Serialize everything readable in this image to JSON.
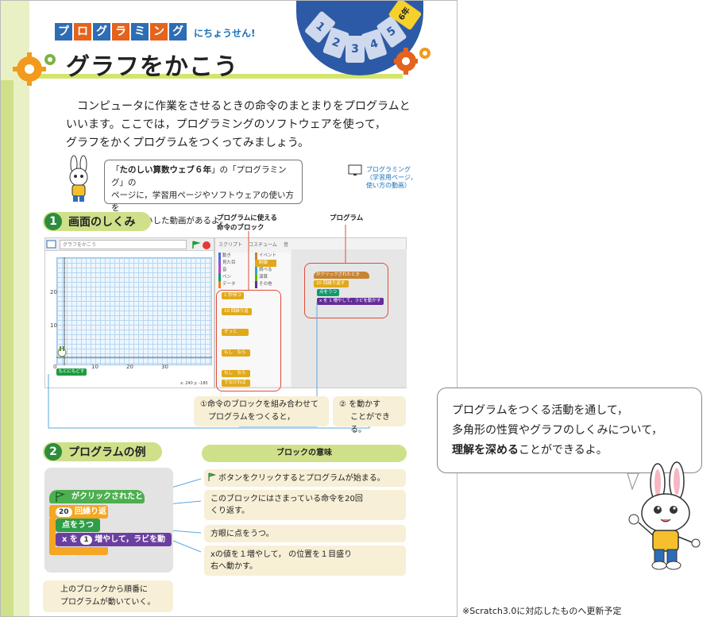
{
  "header": {
    "prog_tiles": [
      "プ",
      "ロ",
      "グ",
      "ラ",
      "ミ",
      "ン",
      "グ"
    ],
    "tile_colors": [
      "#2d6db5",
      "#e4631d",
      "#2d6db5",
      "#e4631d",
      "#2d6db5",
      "#e4631d",
      "#2d6db5"
    ],
    "challenge": "にちょうせん!",
    "title": "グラフをかこう",
    "grades": [
      "1",
      "2",
      "3",
      "4",
      "5"
    ],
    "grade_suffix": "年",
    "current_grade": "6年"
  },
  "intro": {
    "line1": "コンピュータに作業をさせるときの命令のまとまりをプログラムと",
    "line2": "いいます。ここでは，プログラミングのソフトウェアを使って，",
    "line3": "グラフをかくプログラムをつくってみましょう。"
  },
  "bubble1": {
    "quote_open": "「",
    "book": "たのしい算数ウェブ６年",
    "rest1": "」の「プログラミング」の",
    "line2": "ページに，学習用ページやソフトウェアの使い方を",
    "line3": "しょうかいした動画があるよ。"
  },
  "prog_link": {
    "line1": "プログラミング",
    "line2": "（学習用ページ，",
    "line3": "使い方の動画）"
  },
  "section1": {
    "num": "1",
    "title": "画面のしくみ",
    "label_blocks_1": "プログラムに使える",
    "label_blocks_2": "命令のブロック",
    "label_program": "プログラム"
  },
  "stage": {
    "project_name": "グラフをかこう",
    "y_ticks": [
      "20",
      "10"
    ],
    "x_ticks": [
      "0",
      "10",
      "20",
      "30"
    ],
    "reset_button": "もとにもどす",
    "coords": "x: 240   y: -180"
  },
  "scratch": {
    "tabs": [
      "スクリプト",
      "コスチューム",
      "音"
    ],
    "categories_left": [
      "動き",
      "見た目",
      "音",
      "ペン",
      "データ"
    ],
    "categories_right": [
      "イベント",
      "制御",
      "調べる",
      "演算",
      "その他"
    ],
    "palette_blocks": [
      "1 秒待つ",
      "10 回繰り返す",
      "ずっと",
      "もし　なら",
      "もし　なら",
      "でなければ"
    ],
    "program_blocks": [
      "がクリックされたとき",
      "20 回繰り返す",
      "点をうつ",
      "x を 1 増やして，ラビを動かす"
    ]
  },
  "notes": {
    "note1_line1": "①命令のブロックを組み合わせて",
    "note1_line2": "プログラムをつくると，",
    "note2_line1": "② を動かす",
    "note2_line2": "ことができる。"
  },
  "section2": {
    "num": "2",
    "title": "プログラムの例",
    "meaning_title": "ブロックの意味",
    "blocks": {
      "b1": "がクリックされたとき",
      "b2_num": "20",
      "b2": "回繰り返す",
      "b3": "点をうつ",
      "b4_pre": "x を",
      "b4_num": "1",
      "b4_post": "増やして，ラビを動かす"
    },
    "meanings": {
      "m1": "ボタンをクリックするとプログラムが始まる。",
      "m2_1": "このブロックにはさまっている命令を20回",
      "m2_2": "くり返す。",
      "m3": "方眼に点をうつ。",
      "m4_1": "xの値を１増やして， の位置を１目盛り",
      "m4_2": "右へ動かす。"
    },
    "caption_1": "上のブロックから順番に",
    "caption_2": "プログラムが動いていく。"
  },
  "side_bubble": {
    "line1": "プログラムをつくる活動を通して，",
    "line2": "多角形の性質やグラフのしくみについて，",
    "line3_bold": "理解を深める",
    "line3_rest": "ことができるよ。"
  },
  "footnote": "※Scratch3.0に対応したものへ更新予定",
  "colors": {
    "accent_green": "#cfe08a",
    "dark_green": "#2d8d3c",
    "blue": "#2d5aa6",
    "event_green": "#4caf50",
    "control_orange": "#f5a623",
    "pen_green": "#2e9e48",
    "purple": "#6b3fa0"
  }
}
